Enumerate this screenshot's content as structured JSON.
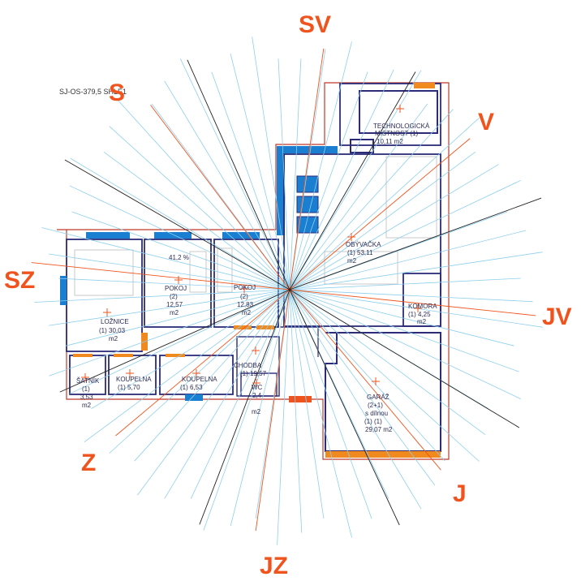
{
  "header": {
    "code_label": "SJ-OS-379,5 SHLE1"
  },
  "colors": {
    "direction": "#f0541e",
    "ray_major": "#f0541e",
    "ray_minor": "#8ecfec",
    "ray_diagonal": "#222222",
    "wall": "#2b2b7a",
    "window": "#1a7fd0",
    "door": "#f08a1e",
    "boundary": "#c0392b"
  },
  "compass": {
    "directions": [
      "SV",
      "V",
      "JV",
      "J",
      "JZ",
      "Z",
      "SZ",
      "S"
    ]
  },
  "rooms": {
    "technicka": {
      "name": "TECHNOLOGICKÁ",
      "name2": "MÍSTNOST (1)",
      "area": "10,11 m2"
    },
    "obyvacka": {
      "name": "OBÝVAČKA",
      "area": "(1) 53,11",
      "unit": "m2"
    },
    "loznice": {
      "name": "LOŽNICE",
      "area": "(1) 30,03",
      "unit": "m2"
    },
    "pokoj1": {
      "label": "41,2 %",
      "name": "POKOJ",
      "num": "(2)",
      "area": "12,57",
      "unit": "m2"
    },
    "pokoj2": {
      "name": "POKOJ",
      "num": "(2)",
      "area": "12,83",
      "unit": "m2"
    },
    "komora": {
      "name": "KOMORA",
      "area": "(1) 4,25",
      "unit": "m2"
    },
    "satnik": {
      "name": "ŠATNÍK",
      "num": "(1)",
      "area": "3,53",
      "unit": "m2"
    },
    "koupelna1": {
      "name": "KOUPELNA",
      "area": "(1) 5,70"
    },
    "koupelna2": {
      "name": "KOUPELNA",
      "area": "(1) 6,53"
    },
    "chodba": {
      "name": "CHODBA",
      "area": "(1) 19,57"
    },
    "wc": {
      "name": "WC",
      "area": "2,4",
      "unit": "m2"
    },
    "garaz": {
      "name": "GARÁŽ",
      "name2": "(2+1)",
      "name3": "s dílnou",
      "num": "(1) (1)",
      "area": "29,07 m2"
    }
  }
}
